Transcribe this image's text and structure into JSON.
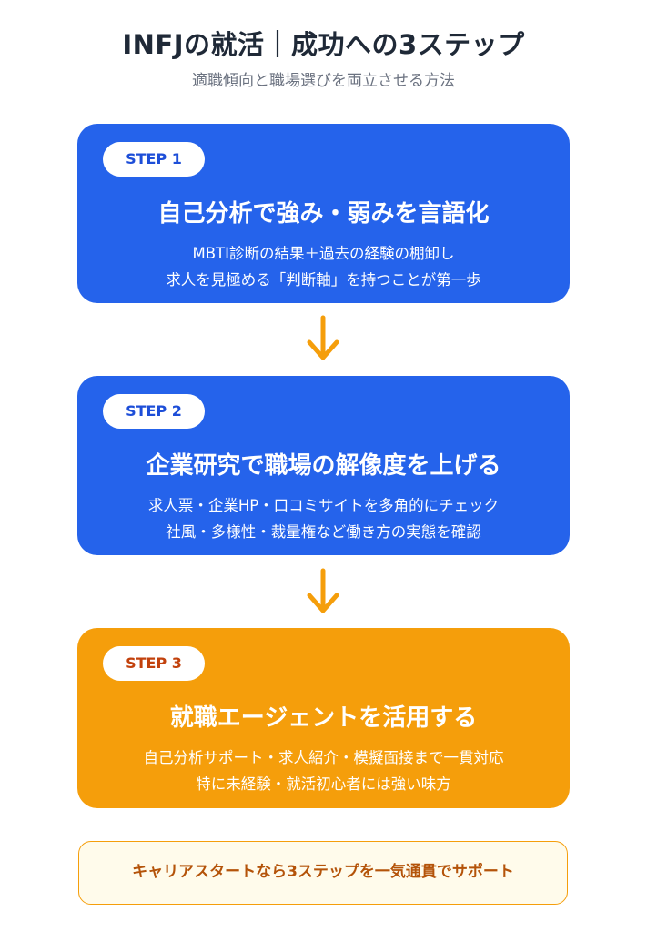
{
  "header": {
    "title": "INFJの就活｜成功への3ステップ",
    "subtitle": "適職傾向と職場選びを両立させる方法"
  },
  "steps": [
    {
      "badge": "STEP 1",
      "title": "自己分析で強み・弱みを言語化",
      "lines": [
        "MBTI診断の結果＋過去の経験の棚卸し",
        "求人を見極める「判断軸」を持つことが第一歩"
      ],
      "color": "#2563eb"
    },
    {
      "badge": "STEP 2",
      "title": "企業研究で職場の解像度を上げる",
      "lines": [
        "求人票・企業HP・口コミサイトを多角的にチェック",
        "社風・多様性・裁量権など働き方の実態を確認"
      ],
      "color": "#2563eb"
    },
    {
      "badge": "STEP 3",
      "title": "就職エージェントを活用する",
      "lines": [
        "自己分析サポート・求人紹介・模擬面接まで一貫対応",
        "特に未経験・就活初心者には強い味方"
      ],
      "color": "#f59e0b"
    }
  ],
  "arrow_color": "#f59e0b",
  "footer": {
    "text": "キャリアスタートなら3ステップを一気通貫でサポート"
  }
}
